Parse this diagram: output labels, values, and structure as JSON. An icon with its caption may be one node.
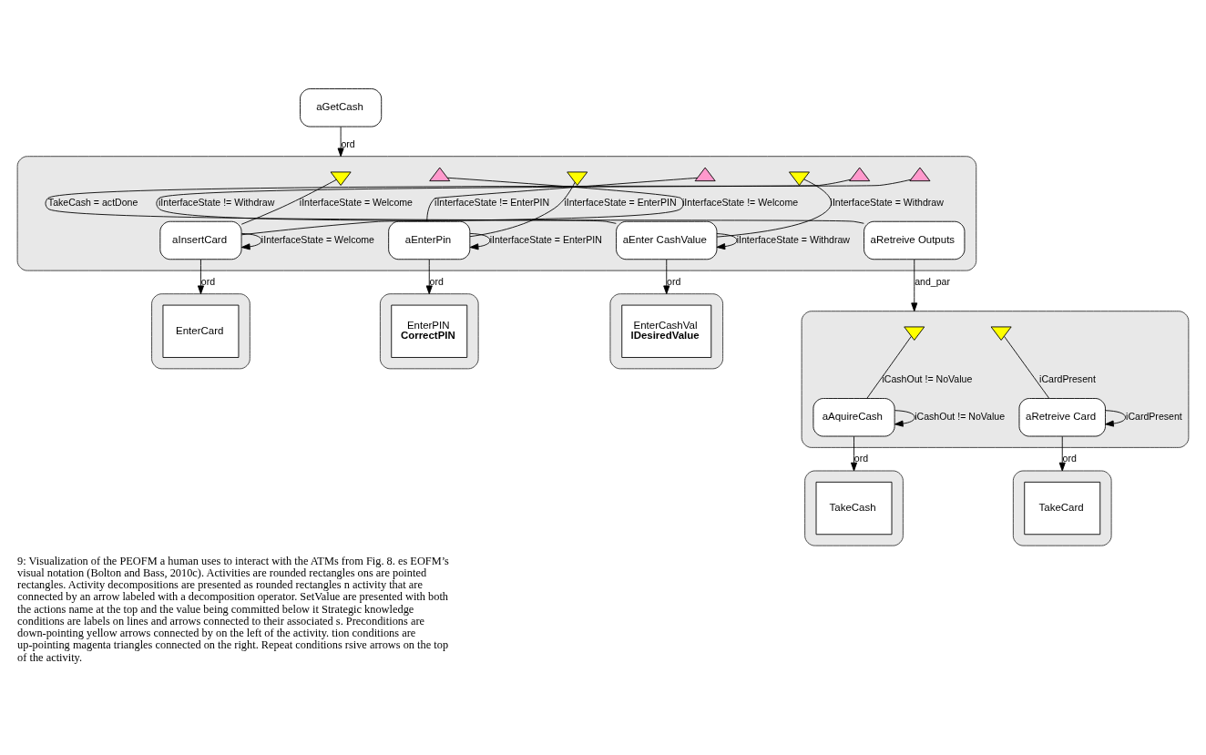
{
  "diagram": {
    "caption": "9: Visualization of the PEOFM a human uses to interact with the ATMs from Fig. 8. es EOFM’s visual notation (Bolton and Bass, 2010c). Activities are rounded rectangles ons are pointed rectangles. Activity decompositions are presented as rounded rectangles n activity that are connected by an arrow labeled with a decomposition operator. SetValue are presented with both the actions name at the top and the value being committed below it Strategic knowledge conditions are labels on lines and arrows connected to their associated s. Preconditions are down-pointing yellow arrows connected by on the left of the activity. tion conditions are up-pointing magenta triangles connected on the right. Repeat conditions rsive arrows on the top of the activity.",
    "nodes": [
      {
        "text": [
          "aGetCash"
        ]
      },
      {
        "text": [],
        "shape": "box"
      },
      {
        "text": [],
        "shape": "triangle",
        "in": 1
      },
      {
        "text": [
          "aInsertCard"
        ],
        "in": 1
      },
      {
        "text": [],
        "shape": "triangle",
        "in": 1
      },
      {
        "text": [],
        "shape": "triangle",
        "in": 1
      },
      {
        "text": [
          "aEnterPin"
        ],
        "in": 1
      },
      {
        "text": [],
        "shape": "triangle",
        "in": 1
      },
      {
        "text": [],
        "shape": "triangle",
        "in": 1
      },
      {
        "text": [
          "aEnter CashValue"
        ],
        "in": 1
      },
      {
        "text": [],
        "shape": "triangle",
        "in": 1
      },
      {
        "text": [
          "aRetreive Outputs"
        ],
        "in": 1
      },
      {
        "text": [],
        "shape": "triangle",
        "in": 1
      },
      {
        "text": [],
        "shape": "box"
      },
      {
        "text": [
          "EnterCard"
        ],
        "in": 13
      },
      {
        "text": [],
        "shape": "box"
      },
      {
        "text": [
          "EnterPIN",
          "CorrectPIN"
        ],
        "in": 15
      },
      {
        "text": [],
        "shape": "box"
      },
      {
        "text": [
          "EnterCashVal",
          "lDesiredValue"
        ],
        "in": 17
      },
      {
        "text": [],
        "shape": "box"
      },
      {
        "text": [],
        "shape": "triangle",
        "in": 19
      },
      {
        "text": [
          "aAquireCash"
        ],
        "in": 19
      },
      {
        "text": [],
        "shape": "triangle",
        "in": 19
      },
      {
        "text": [
          "aRetreive Card"
        ],
        "in": 19
      },
      {
        "text": [],
        "shape": "box"
      },
      {
        "text": [
          "TakeCash"
        ],
        "in": 24
      },
      {
        "text": [],
        "shape": "box"
      },
      {
        "text": [
          "TakeCard"
        ],
        "in": 26
      }
    ],
    "edges": [
      {
        "from": 0,
        "to": 1,
        "arrow": "to",
        "label": "ord"
      },
      {
        "from": 2,
        "to": 3,
        "arrow": "none",
        "label": "iInterfaceState = Welcome"
      },
      {
        "from": 3,
        "to": 4,
        "arrow": "none",
        "label": "iInterfaceState != Welcome"
      },
      {
        "from": 3,
        "to": 3,
        "arrow": "to",
        "label": "iInterfaceState = Welcome"
      },
      {
        "from": 5,
        "to": 6,
        "arrow": "none",
        "label": "iInterfaceState = EnterPIN"
      },
      {
        "from": 6,
        "to": 7,
        "arrow": "none",
        "label": "iInterfaceState != EnterPIN"
      },
      {
        "from": 6,
        "to": 6,
        "arrow": "to",
        "label": "iInterfaceState = EnterPIN"
      },
      {
        "from": 8,
        "to": 9,
        "arrow": "none",
        "label": "iInterfaceState = Withdraw"
      },
      {
        "from": 9,
        "to": 10,
        "arrow": "none",
        "label": "iInterfaceState != Withdraw"
      },
      {
        "from": 9,
        "to": 9,
        "arrow": "to",
        "label": "iInterfaceState = Withdraw"
      },
      {
        "from": 11,
        "to": 12,
        "arrow": "none",
        "label": "TakeCash = actDone"
      },
      {
        "from": 3,
        "to": 13,
        "arrow": "to",
        "label": "ord"
      },
      {
        "from": 6,
        "to": 15,
        "arrow": "to",
        "label": "ord"
      },
      {
        "from": 9,
        "to": 17,
        "arrow": "to",
        "label": "ord"
      },
      {
        "from": 11,
        "to": 19,
        "arrow": "to",
        "label": "and_par"
      },
      {
        "from": 20,
        "to": 21,
        "arrow": "none",
        "label": "iCashOut != NoValue"
      },
      {
        "from": 21,
        "to": 21,
        "arrow": "to",
        "label": "iCashOut != NoValue"
      },
      {
        "from": 22,
        "to": 23,
        "arrow": "none",
        "label": "iCardPresent"
      },
      {
        "from": 23,
        "to": 23,
        "arrow": "to",
        "label": "iCardPresent"
      },
      {
        "from": 21,
        "to": 24,
        "arrow": "to",
        "label": "ord"
      },
      {
        "from": 23,
        "to": 26,
        "arrow": "to",
        "label": "ord"
      }
    ]
  }
}
